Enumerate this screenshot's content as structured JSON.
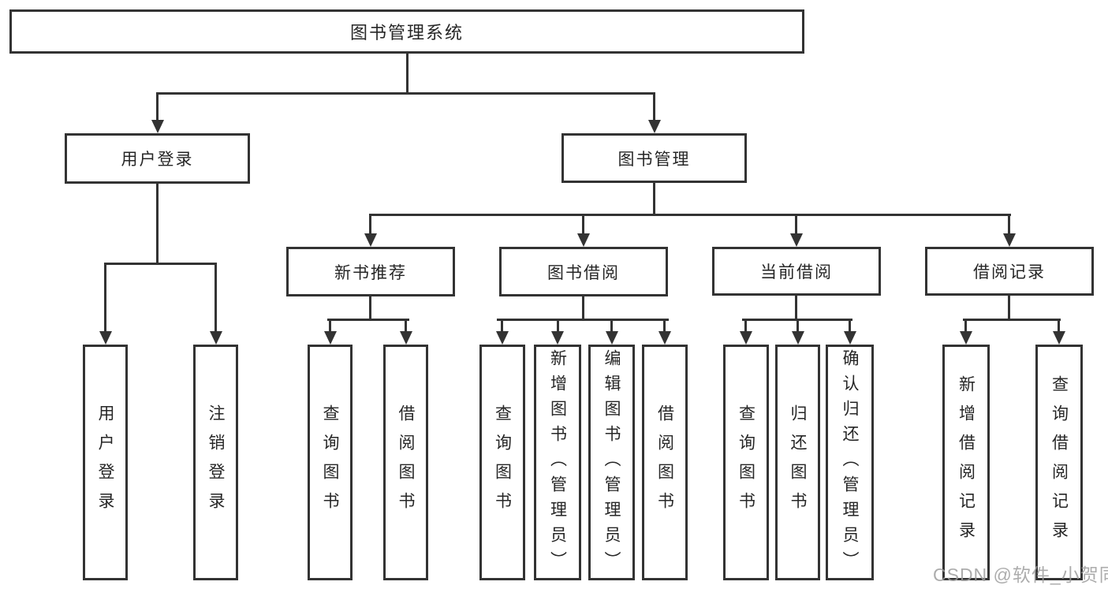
{
  "diagram": {
    "root": {
      "label": "图书管理系统"
    },
    "level2": [
      {
        "label": "用户登录"
      },
      {
        "label": "图书管理"
      }
    ],
    "level3": [
      {
        "label": "新书推荐"
      },
      {
        "label": "图书借阅"
      },
      {
        "label": "当前借阅"
      },
      {
        "label": "借阅记录"
      }
    ],
    "leaves": {
      "user_login": [
        "用户登录",
        "注销登录"
      ],
      "new_book": [
        "查询图书",
        "借阅图书"
      ],
      "book_borrow": [
        "查询图书",
        "新增图书（管理员）",
        "编辑图书（管理员）",
        "借阅图书"
      ],
      "current_borrow": [
        "查询图书",
        "归还图书",
        "确认归还（管理员）"
      ],
      "borrow_record": [
        "新增借阅记录",
        "查询借阅记录"
      ]
    },
    "colors": {
      "line": "#333333",
      "text": "#262626",
      "background": "#ffffff",
      "watermark": "#9e9e9e"
    }
  },
  "watermark": {
    "text": "CSDN @软件_小贺同学"
  }
}
